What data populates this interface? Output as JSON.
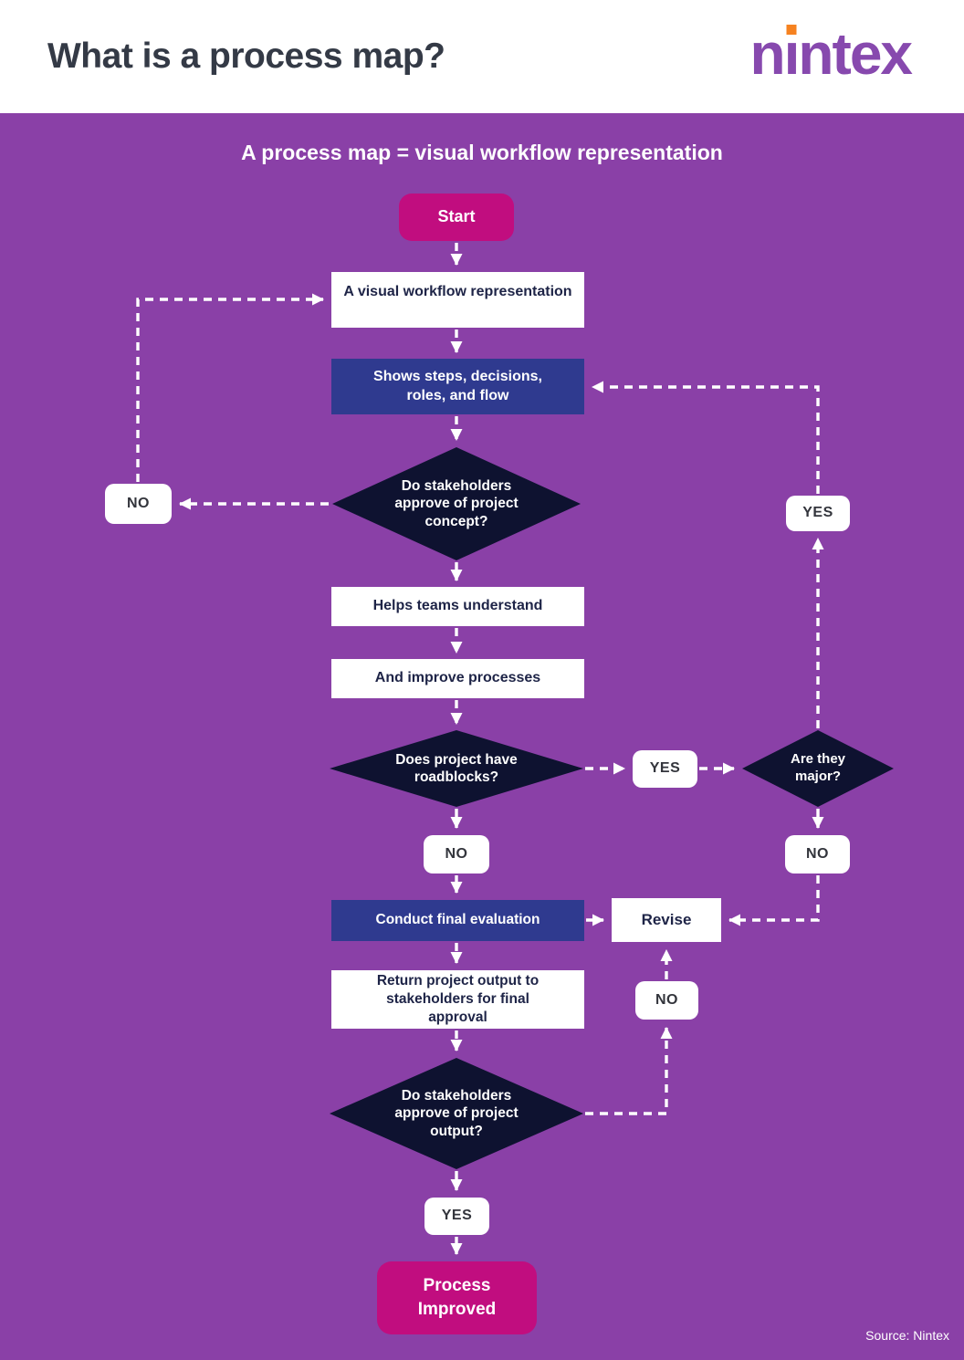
{
  "page": {
    "header": {
      "title": "What is a process map?",
      "brand": {
        "name_part1": "n",
        "name_i": "ı",
        "name_part2": "ntex"
      }
    },
    "diagram": {
      "subtitle": "A process map = visual workflow representation",
      "source": "Source: Nintex"
    },
    "nodes": {
      "start": "Start",
      "visual_rep": "A visual workflow representation",
      "shows_steps": "Shows steps, decisions, roles, and flow",
      "approve_concept": "Do stakeholders approve of project concept?",
      "approve_concept_no": "NO",
      "loop_yes": "YES",
      "helps_teams": "Helps teams understand",
      "improve_processes": "And improve processes",
      "roadblocks": "Does project have roadblocks?",
      "roadblocks_yes": "YES",
      "are_major": "Are they major?",
      "roadblocks_no": "NO",
      "major_no": "NO",
      "final_evaluation": "Conduct final evaluation",
      "revise": "Revise",
      "return_output": "Return project output to stakeholders for final approval",
      "output_no": "NO",
      "approve_output": "Do stakeholders approve of project output?",
      "output_yes": "YES",
      "end": "Process Improved"
    },
    "edges": [
      {
        "from": "start",
        "to": "visual_rep"
      },
      {
        "from": "visual_rep",
        "to": "shows_steps"
      },
      {
        "from": "shows_steps",
        "to": "approve_concept"
      },
      {
        "from": "approve_concept",
        "to": "approve_concept_no",
        "label": "NO"
      },
      {
        "from": "approve_concept_no",
        "to": "visual_rep"
      },
      {
        "from": "approve_concept",
        "to": "helps_teams"
      },
      {
        "from": "helps_teams",
        "to": "improve_processes"
      },
      {
        "from": "improve_processes",
        "to": "roadblocks"
      },
      {
        "from": "roadblocks",
        "to": "roadblocks_yes",
        "label": "YES"
      },
      {
        "from": "roadblocks_yes",
        "to": "are_major"
      },
      {
        "from": "are_major",
        "to": "loop_yes",
        "label": "YES"
      },
      {
        "from": "loop_yes",
        "to": "shows_steps"
      },
      {
        "from": "are_major",
        "to": "major_no",
        "label": "NO"
      },
      {
        "from": "major_no",
        "to": "revise"
      },
      {
        "from": "roadblocks",
        "to": "roadblocks_no",
        "label": "NO"
      },
      {
        "from": "roadblocks_no",
        "to": "final_evaluation"
      },
      {
        "from": "final_evaluation",
        "to": "revise"
      },
      {
        "from": "final_evaluation",
        "to": "return_output"
      },
      {
        "from": "return_output",
        "to": "approve_output"
      },
      {
        "from": "approve_output",
        "to": "output_no",
        "label": "NO"
      },
      {
        "from": "output_no",
        "to": "revise"
      },
      {
        "from": "approve_output",
        "to": "output_yes",
        "label": "YES"
      },
      {
        "from": "output_yes",
        "to": "end"
      }
    ],
    "colors": {
      "background": "#8A40A7",
      "header_bg": "#FFFFFF",
      "header_text": "#343A46",
      "brand_purple": "#8749AE",
      "brand_orange": "#F68220",
      "accent_magenta": "#C10D7F",
      "accent_indigo": "#2F3A8F",
      "diamond_navy": "#0E1230",
      "node_text": "#1E2447",
      "label_text": "#33353C",
      "connector": "#FFFFFF"
    }
  }
}
